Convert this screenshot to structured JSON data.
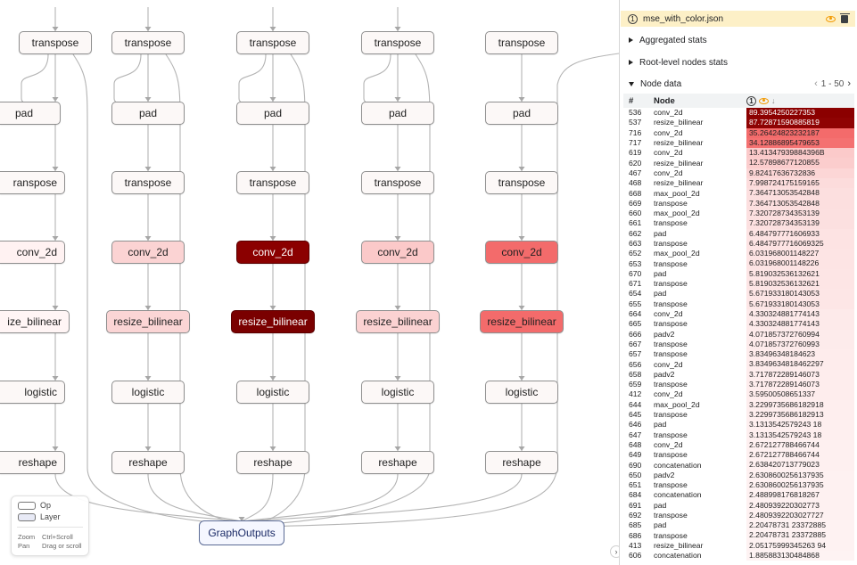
{
  "graph": {
    "op_labels": {
      "transpose": "transpose",
      "pad": "pad",
      "conv_2d": "conv_2d",
      "resize_bilinear": "resize_bilinear",
      "logistic": "logistic",
      "reshape": "reshape"
    },
    "clipped_labels": {
      "transpose": "ranspose",
      "conv_2d": "conv_2d",
      "resize_bilinear": "ize_bilinear",
      "logistic": "logistic",
      "reshape": "reshape"
    },
    "columns": [
      {
        "clipped": true,
        "fills": {
          "conv_2d": "#fff2f2",
          "resize_bilinear": "#fff5f5"
        }
      },
      {
        "clipped": false,
        "fills": {
          "conv_2d": "#fbd3d3",
          "resize_bilinear": "#fbd5d5"
        }
      },
      {
        "clipped": false,
        "fills": {
          "conv_2d": "#8b0000",
          "resize_bilinear": "#7a0000"
        }
      },
      {
        "clipped": false,
        "fills": {
          "conv_2d": "#fbc9c9",
          "resize_bilinear": "#fbd2d2"
        }
      },
      {
        "clipped": false,
        "fills": {
          "conv_2d": "#f36b6b",
          "resize_bilinear": "#f36b6b"
        }
      }
    ],
    "graph_outputs_label": "GraphOutputs"
  },
  "legend": {
    "op_label": "Op",
    "layer_label": "Layer",
    "op_color": "#ffffff",
    "layer_color": "#e8eaf6",
    "zoom_label": "Zoom",
    "zoom_help": "Ctrl+Scroll",
    "pan_label": "Pan",
    "pan_help": "Drag or scroll"
  },
  "panel": {
    "file_badge": "1",
    "file_name": "mse_with_color.json",
    "aggregated_stats_label": "Aggregated stats",
    "root_level_label": "Root-level nodes stats",
    "node_data_label": "Node data",
    "pager_label": "1 - 50",
    "prev_page_icon": "‹",
    "next_page_icon": "›",
    "header_badge": "1",
    "sort_icon": "↓",
    "columns": {
      "num": "#",
      "node": "Node"
    },
    "expand_icon": "›",
    "rows": [
      {
        "id": "536",
        "node": "conv_2d",
        "value": "89.3954250227353",
        "color": "#8b0000"
      },
      {
        "id": "537",
        "node": "resize_bilinear",
        "value": "87.72871590885819",
        "color": "#8f0303"
      },
      {
        "id": "716",
        "node": "conv_2d",
        "value": "35.26424823232187",
        "color": "#f36b6b"
      },
      {
        "id": "717",
        "node": "resize_bilinear",
        "value": "34.12886895479653",
        "color": "#f47171"
      },
      {
        "id": "619",
        "node": "conv_2d",
        "value": "13.41347939884396B",
        "color": "#fbcaca"
      },
      {
        "id": "620",
        "node": "resize_bilinear",
        "value": "12.57898677120855",
        "color": "#fbcdcd"
      },
      {
        "id": "467",
        "node": "conv_2d",
        "value": "9.82417636732836",
        "color": "#fcd6d6"
      },
      {
        "id": "468",
        "node": "resize_bilinear",
        "value": "7.99872417515916​5",
        "color": "#fcdcdc"
      },
      {
        "id": "668",
        "node": "max_pool_2d",
        "value": "7.364713053542848",
        "color": "#fcdfdf"
      },
      {
        "id": "669",
        "node": "transpose",
        "value": "7.364713053542848",
        "color": "#fcdfdf"
      },
      {
        "id": "660",
        "node": "max_pool_2d",
        "value": "7.320728734353139",
        "color": "#fce0e0"
      },
      {
        "id": "661",
        "node": "transpose",
        "value": "7.320728734353139",
        "color": "#fce0e0"
      },
      {
        "id": "662",
        "node": "pad",
        "value": "6.484797771606933",
        "color": "#fde3e3"
      },
      {
        "id": "663",
        "node": "transpose",
        "value": "6.484797771606932​5",
        "color": "#fde3e3"
      },
      {
        "id": "652",
        "node": "max_pool_2d",
        "value": "6.031968001148227",
        "color": "#fde4e4"
      },
      {
        "id": "653",
        "node": "transpose",
        "value": "6.031968001148226",
        "color": "#fde4e4"
      },
      {
        "id": "670",
        "node": "pad",
        "value": "5.819032536132621",
        "color": "#fde5e5"
      },
      {
        "id": "671",
        "node": "transpose",
        "value": "5.819032536132621",
        "color": "#fde5e5"
      },
      {
        "id": "654",
        "node": "pad",
        "value": "5.671933180143053",
        "color": "#fde6e6"
      },
      {
        "id": "655",
        "node": "transpose",
        "value": "5.671933180143053",
        "color": "#fde6e6"
      },
      {
        "id": "664",
        "node": "conv_2d",
        "value": "4.330324881774143",
        "color": "#fdeaea"
      },
      {
        "id": "665",
        "node": "transpose",
        "value": "4.330324881774143",
        "color": "#fdeaea"
      },
      {
        "id": "666",
        "node": "padv2",
        "value": "4.071857372760994",
        "color": "#fdebeb"
      },
      {
        "id": "667",
        "node": "transpose",
        "value": "4.071857372760993",
        "color": "#fdebeb"
      },
      {
        "id": "657",
        "node": "transpose",
        "value": "3.83496348184623",
        "color": "#feecec"
      },
      {
        "id": "656",
        "node": "conv_2d",
        "value": "3.834963481846229​7",
        "color": "#feecec"
      },
      {
        "id": "658",
        "node": "padv2",
        "value": "3.717872289146073",
        "color": "#feeded"
      },
      {
        "id": "659",
        "node": "transpose",
        "value": "3.717872289146073",
        "color": "#feeded"
      },
      {
        "id": "412",
        "node": "conv_2d",
        "value": "3.59500508651337",
        "color": "#feeded"
      },
      {
        "id": "644",
        "node": "max_pool_2d",
        "value": "3.2299735686182918",
        "color": "#feeeee"
      },
      {
        "id": "645",
        "node": "transpose",
        "value": "3.2299735686182913",
        "color": "#feeeee"
      },
      {
        "id": "646",
        "node": "pad",
        "value": "3.1313542579243 18",
        "color": "#feefef"
      },
      {
        "id": "647",
        "node": "transpose",
        "value": "3.1313542579243 18",
        "color": "#feefef"
      },
      {
        "id": "648",
        "node": "conv_2d",
        "value": "2.672127788466744",
        "color": "#fef0f0"
      },
      {
        "id": "649",
        "node": "transpose",
        "value": "2.672127788466744",
        "color": "#fef0f0"
      },
      {
        "id": "690",
        "node": "concatenation",
        "value": "2.638420713779023",
        "color": "#fef0f0"
      },
      {
        "id": "650",
        "node": "padv2",
        "value": "2.630860025613793​5",
        "color": "#fef1f1"
      },
      {
        "id": "651",
        "node": "transpose",
        "value": "2.630860025613793​5",
        "color": "#fef1f1"
      },
      {
        "id": "684",
        "node": "concatenation",
        "value": "2.488998176818267",
        "color": "#fef1f1"
      },
      {
        "id": "691",
        "node": "pad",
        "value": "2.480939220302773",
        "color": "#fef1f1"
      },
      {
        "id": "692",
        "node": "transpose",
        "value": "2.480939220302772​7",
        "color": "#fef1f1"
      },
      {
        "id": "685",
        "node": "pad",
        "value": "2.20478731 23372885",
        "color": "#fef2f2"
      },
      {
        "id": "686",
        "node": "transpose",
        "value": "2.20478731 23372885",
        "color": "#fef2f2"
      },
      {
        "id": "413",
        "node": "resize_bilinear",
        "value": "2.05175999345263 94",
        "color": "#fef2f2"
      },
      {
        "id": "606",
        "node": "concatenation",
        "value": "1.885883130484868",
        "color": "#fef3f3"
      }
    ]
  }
}
